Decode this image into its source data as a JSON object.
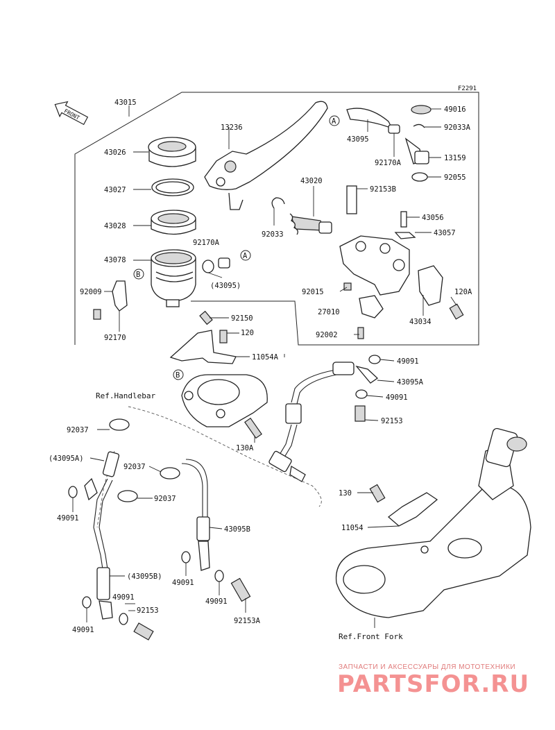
{
  "diagram": {
    "code": "F2291",
    "front_label": "FRONT",
    "parts": {
      "p43015": "43015",
      "p43026": "43026",
      "p43027": "43027",
      "p43028": "43028",
      "p43078": "43078",
      "p92009": "92009",
      "p92170": "92170",
      "p13236": "13236",
      "p92170A": "92170A",
      "p43095p": "(43095)",
      "p92150": "92150",
      "p120": "120",
      "p11054A": "11054A",
      "p43020": "43020",
      "p92033": "92033",
      "p92153B": "92153B",
      "p43095": "43095",
      "p92170A_2": "92170A",
      "p49016": "49016",
      "p92033A": "92033A",
      "p13159": "13159",
      "p92055": "92055",
      "p43056": "43056",
      "p43057": "43057",
      "p92015": "92015",
      "p27010": "27010",
      "p92002": "92002",
      "p43034": "43034",
      "p120A": "120A",
      "p49091_a": "49091",
      "p43095A": "43095A",
      "p49091_b": "49091",
      "p92153": "92153",
      "p92037_a": "92037",
      "p43095Ap": "(43095A)",
      "p49091_c": "49091",
      "p92037_b": "92037",
      "p92037_c": "92037",
      "p130A": "130A",
      "p43095B": "43095B",
      "p49091_d": "49091",
      "p43095Bp": "(43095B)",
      "p49091_e": "49091",
      "p49091_f": "49091",
      "p49091_g": "49091",
      "p92153_b": "92153",
      "p92153A": "92153A",
      "p130": "130",
      "p11054": "11054"
    },
    "callouts": {
      "A1": "A",
      "A2": "A",
      "B1": "B",
      "B2": "B"
    },
    "refs": {
      "handlebar": "Ref.Handlebar",
      "front_fork": "Ref.Front Fork"
    }
  },
  "watermark": {
    "line1": "ЗАПЧАСТИ И АКСЕССУАРЫ ДЛЯ МОТОТЕХНИКИ",
    "line2": "PARTSFOR.RU",
    "color": "#f06e6e"
  }
}
